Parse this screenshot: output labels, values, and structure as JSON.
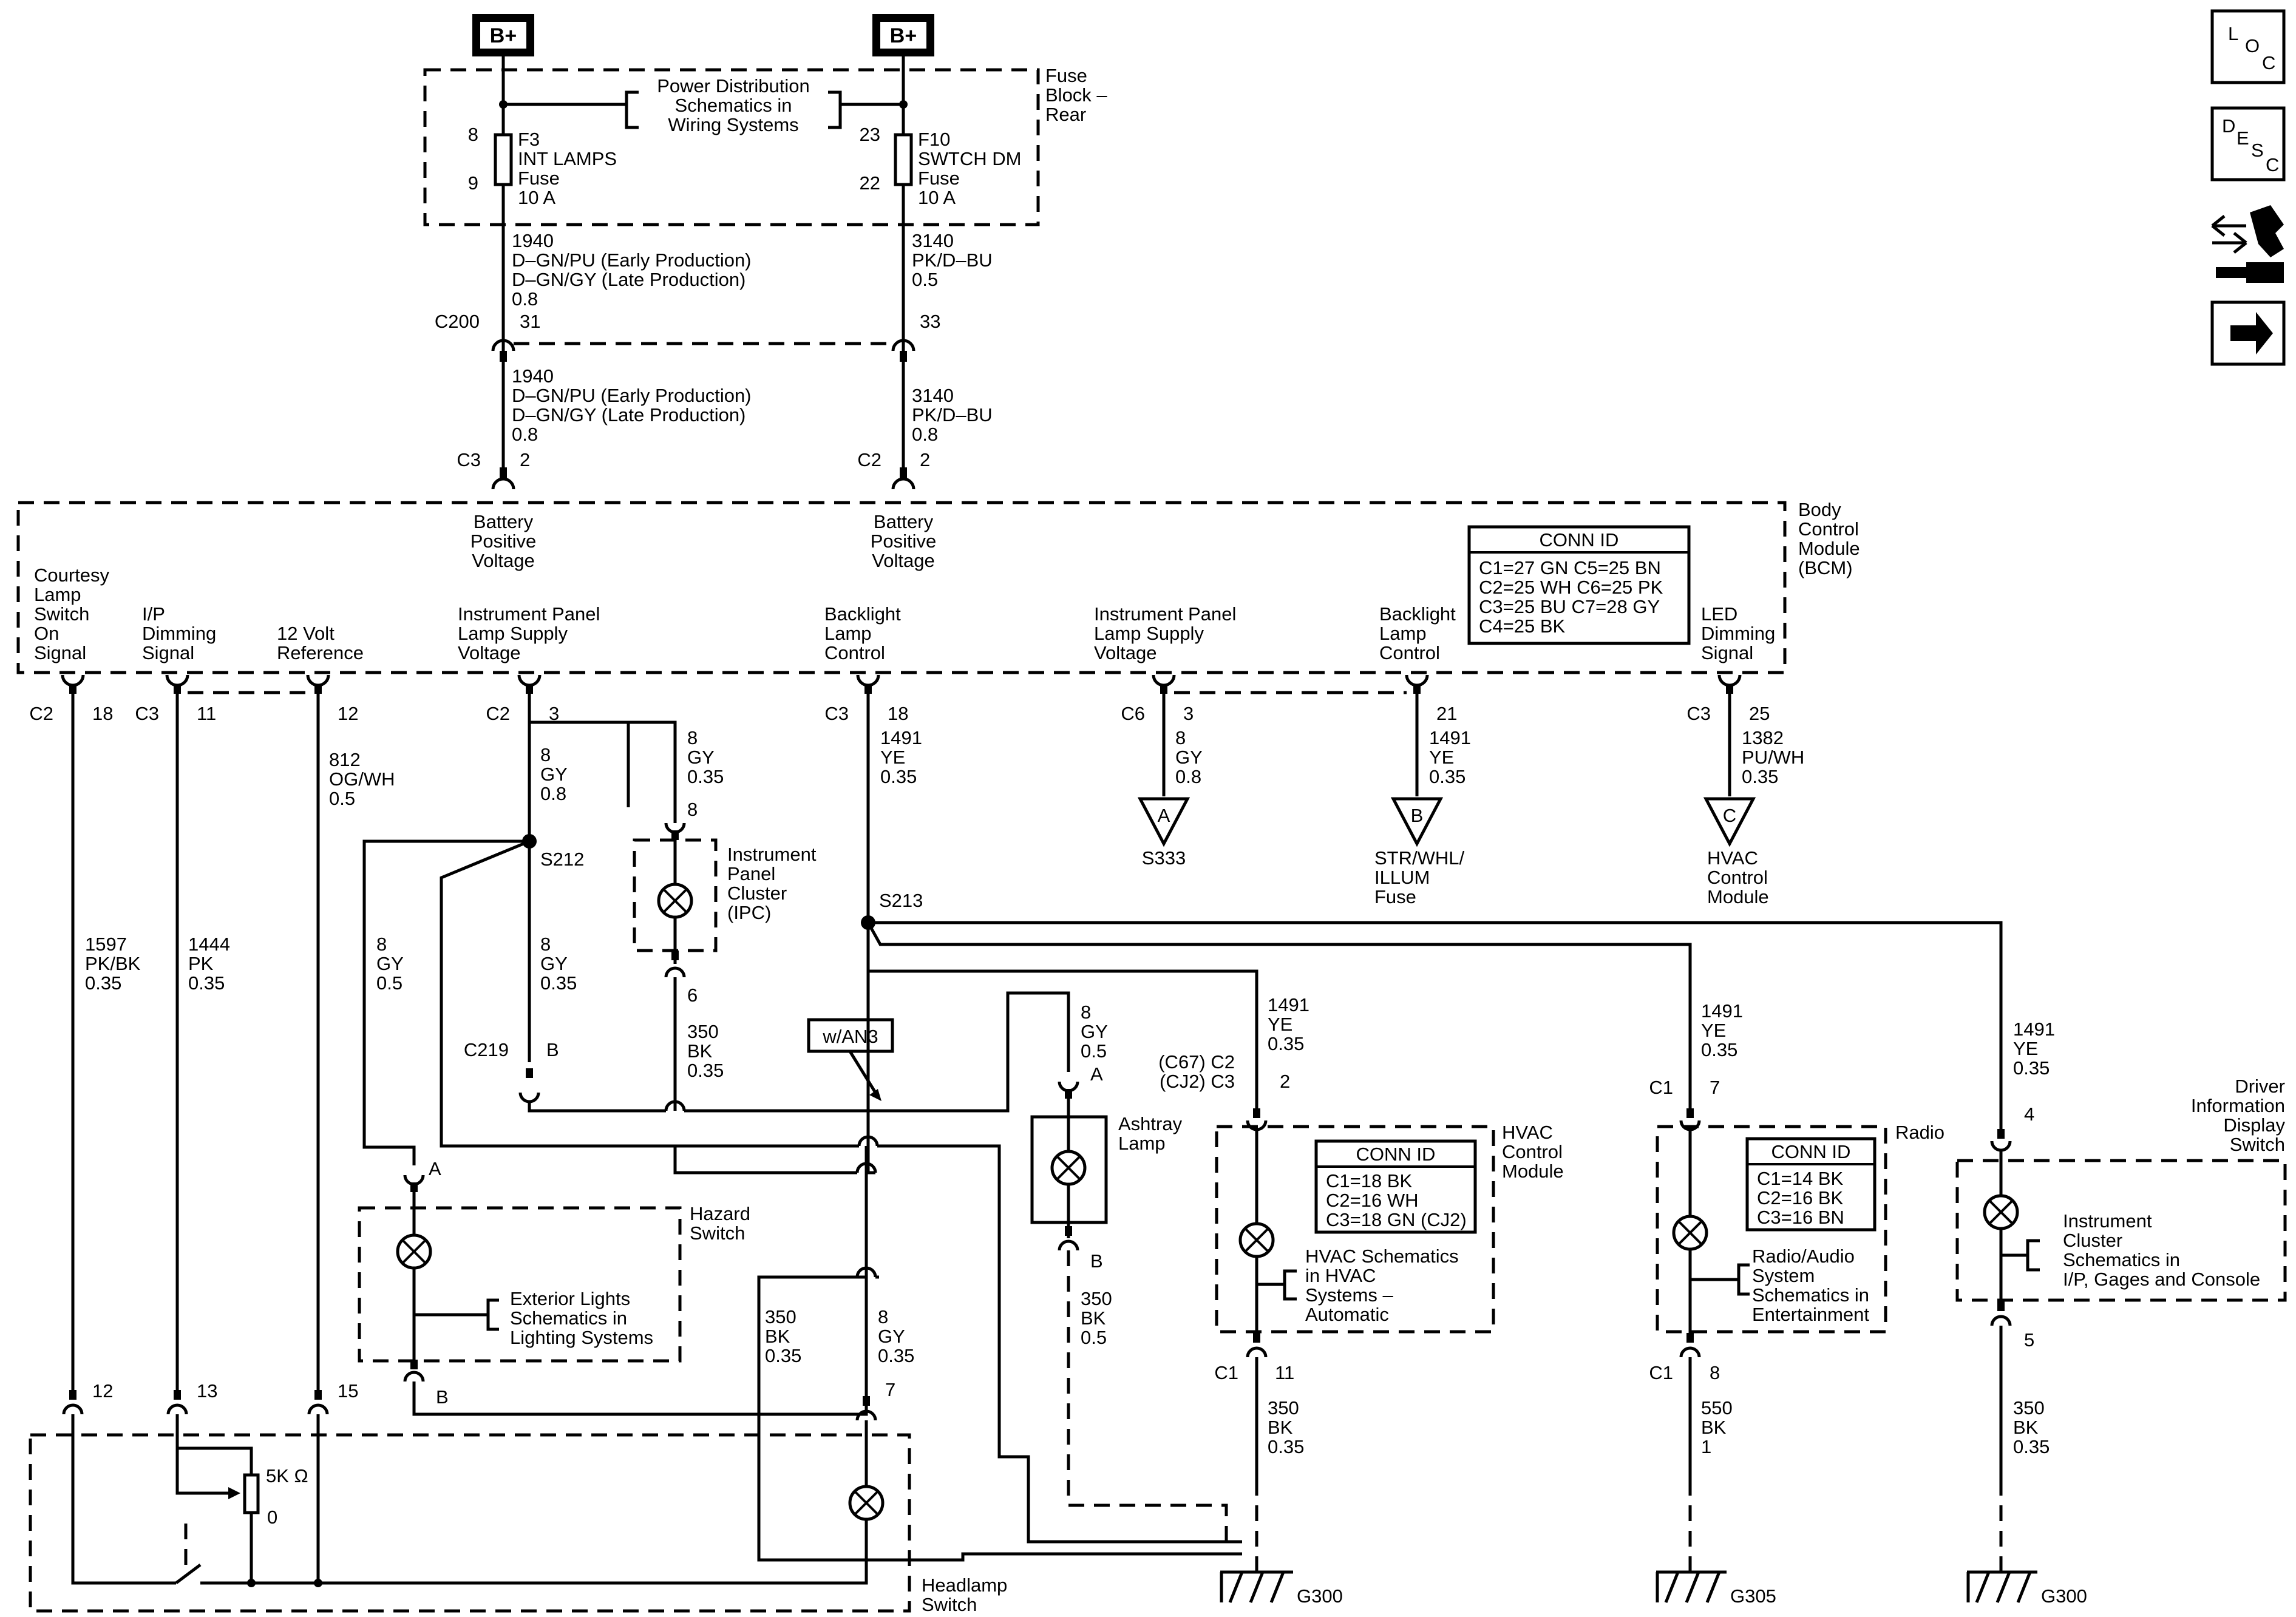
{
  "power": {
    "b_plus_left": "B+",
    "b_plus_right": "B+"
  },
  "fuse_block": {
    "label": [
      "Fuse",
      "Block –",
      "Rear"
    ],
    "power_dist_ref": [
      "Power Distribution",
      "Schematics in",
      "Wiring Systems"
    ],
    "f3": {
      "pin_in": "8",
      "pin_out": "9",
      "label": [
        "F3",
        "INT LAMPS",
        "Fuse",
        "10 A"
      ]
    },
    "f10": {
      "pin_in": "23",
      "pin_out": "22",
      "label": [
        "F10",
        "SWTCH DM",
        "Fuse",
        "10 A"
      ]
    }
  },
  "wires_top": {
    "w1940_a": [
      "1940",
      "D–GN/PU (Early Production)",
      "D–GN/GY (Late Production)",
      "0.8"
    ],
    "w3140_a": [
      "3140",
      "PK/D–BU",
      "0.5"
    ],
    "c200": "C200",
    "c200_pin_l": "31",
    "c200_pin_r": "33",
    "w1940_b": [
      "1940",
      "D–GN/PU (Early Production)",
      "D–GN/GY (Late Production)",
      "0.8"
    ],
    "w3140_b": [
      "3140",
      "PK/D–BU",
      "0.8"
    ],
    "bcm_in_l_conn": "C3",
    "bcm_in_l_pin": "2",
    "bcm_in_r_conn": "C2",
    "bcm_in_r_pin": "2"
  },
  "bcm": {
    "label": [
      "Body",
      "Control",
      "Module",
      "(BCM)"
    ],
    "batt_l": [
      "Battery",
      "Positive",
      "Voltage"
    ],
    "batt_r": [
      "Battery",
      "Positive",
      "Voltage"
    ],
    "conn_id_title": "CONN ID",
    "conn_id_rows": [
      "C1=27 GN  C5=25 BN",
      "C2=25 WH  C6=25 PK",
      "C3=25 BU  C7=28 GY",
      "C4=25 BK"
    ],
    "sig_courtesy": [
      "Courtesy",
      "Lamp",
      "Switch",
      "On",
      "Signal"
    ],
    "sig_ip_dim": [
      "I/P",
      "Dimming",
      "Signal"
    ],
    "sig_12v": [
      "12 Volt",
      "Reference"
    ],
    "sig_ip_supply": [
      "Instrument Panel",
      "Lamp Supply",
      "Voltage"
    ],
    "sig_backlight": [
      "Backlight",
      "Lamp",
      "Control"
    ],
    "sig_ip_supply2": [
      "Instrument Panel",
      "Lamp Supply",
      "Voltage"
    ],
    "sig_backlight2": [
      "Backlight",
      "Lamp",
      "Control"
    ],
    "sig_led": [
      "LED",
      "Dimming",
      "Signal"
    ]
  },
  "bcm_pins": [
    {
      "conn": "C2",
      "pin": "18"
    },
    {
      "conn": "C3",
      "pin": "11"
    },
    {
      "conn": "",
      "pin": "12"
    },
    {
      "conn": "C2",
      "pin": "3"
    },
    {
      "conn": "C3",
      "pin": "18"
    },
    {
      "conn": "C6",
      "pin": "3"
    },
    {
      "conn": "",
      "pin": "21"
    },
    {
      "conn": "C3",
      "pin": "25"
    }
  ],
  "wires": {
    "w1597": [
      "1597",
      "PK/BK",
      "0.35"
    ],
    "w1444": [
      "1444",
      "PK",
      "0.35"
    ],
    "w812": [
      "812",
      "OG/WH",
      "0.5"
    ],
    "w8_gy_08": [
      "8",
      "GY",
      "0.8"
    ],
    "w8_gy_035_ipc": [
      "8",
      "GY",
      "0.35"
    ],
    "w8_gy_05_left": [
      "8",
      "GY",
      "0.5"
    ],
    "w8_gy_035_mid": [
      "8",
      "GY",
      "0.35"
    ],
    "w1491_ye": [
      "1491",
      "YE",
      "0.35"
    ],
    "w8_gy_08_c6": [
      "8",
      "GY",
      "0.8"
    ],
    "w1491_b": [
      "1491",
      "YE",
      "0.35"
    ],
    "w1382": [
      "1382",
      "PU/WH",
      "0.35"
    ],
    "w350_bk_ipc": [
      "350",
      "BK",
      "0.35"
    ],
    "w8_gy_05_ash": [
      "8",
      "GY",
      "0.5"
    ],
    "w1491_hvac": [
      "1491",
      "YE",
      "0.35"
    ],
    "w1491_radio": [
      "1491",
      "YE",
      "0.35"
    ],
    "w1491_dids": [
      "1491",
      "YE",
      "0.35"
    ],
    "w350_bk_left": [
      "350",
      "BK",
      "0.35"
    ],
    "w8_gy_035_head": [
      "8",
      "GY",
      "0.35"
    ],
    "w350_bk_ash": [
      "350",
      "BK",
      "0.5"
    ],
    "w350_bk_hvac": [
      "350",
      "BK",
      "0.35"
    ],
    "w550_bk_radio": [
      "550",
      "BK",
      "1"
    ],
    "w350_bk_dids": [
      "350",
      "BK",
      "0.35"
    ]
  },
  "splices": {
    "s212": "S212",
    "s213": "S213"
  },
  "offpage": {
    "a": {
      "letter": "A",
      "label": [
        "S333"
      ]
    },
    "b": {
      "letter": "B",
      "label": [
        "STR/WHL/",
        "ILLUM",
        "Fuse"
      ]
    },
    "c": {
      "letter": "C",
      "label": [
        "HVAC",
        "Control",
        "Module"
      ]
    }
  },
  "ipc": {
    "label": [
      "Instrument",
      "Panel",
      "Cluster",
      "(IPC)"
    ],
    "pin_top": "8",
    "pin_bot": "6"
  },
  "c219": {
    "label": "C219",
    "pin": "B"
  },
  "option_tag": "w/AN3",
  "ashtray": {
    "label": [
      "Ashtray",
      "Lamp"
    ],
    "pin_top": "A",
    "pin_bot": "B"
  },
  "hazard": {
    "label": [
      "Hazard",
      "Switch"
    ],
    "pin_top": "A",
    "pin_bot": "B",
    "ref": [
      "Exterior Lights",
      "Schematics in",
      "Lighting Systems"
    ]
  },
  "headlamp": {
    "label": [
      "Headlamp",
      "Switch"
    ],
    "pins": [
      "12",
      "13",
      "15",
      "7"
    ],
    "resistor": "5K Ω",
    "resistor_pos": "0"
  },
  "hvac": {
    "label": [
      "HVAC",
      "Control",
      "Module"
    ],
    "conn_top": [
      "(C67) C2",
      "(CJ2) C3"
    ],
    "pin_top": "2",
    "conn_bot": "C1",
    "pin_bot": "11",
    "conn_id_title": "CONN ID",
    "conn_id_rows": [
      "C1=18 BK",
      "C2=16 WH",
      "C3=18 GN (CJ2)"
    ],
    "ref": [
      "HVAC Schematics",
      "in HVAC",
      "Systems –",
      "Automatic"
    ]
  },
  "radio": {
    "label": "Radio",
    "conn_top": "C1",
    "pin_top": "7",
    "conn_bot": "C1",
    "pin_bot": "8",
    "conn_id_title": "CONN ID",
    "conn_id_rows": [
      "C1=14 BK",
      "C2=16 BK",
      "C3=16 BN"
    ],
    "ref": [
      "Radio/Audio",
      "System",
      "Schematics in",
      "Entertainment"
    ]
  },
  "dids": {
    "label": [
      "Driver",
      "Information",
      "Display",
      "Switch"
    ],
    "pin_top": "4",
    "pin_bot": "5",
    "ref": [
      "Instrument",
      "Cluster",
      "Schematics in",
      "I/P, Gages and Console"
    ]
  },
  "grounds": {
    "g300_a": "G300",
    "g305": "G305",
    "g300_b": "G300"
  },
  "nav": {
    "loc": [
      "L",
      "O",
      "C"
    ],
    "desc": [
      "D",
      "E",
      "S",
      "C"
    ]
  }
}
